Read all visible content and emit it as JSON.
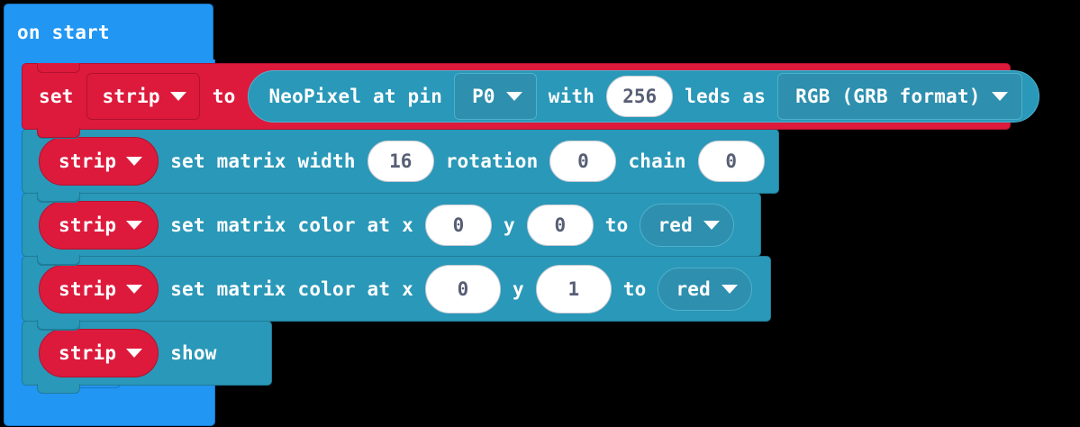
{
  "editor": {
    "name": "makecode-blocks-workspace",
    "background": "#000000",
    "colors": {
      "event_blue": "#2196F3",
      "variable_red": "#DD1A3C",
      "neopixel_teal": "#2A98B8",
      "field_teal": "#2E8FAE",
      "number_text": "#575E75",
      "number_bg": "#FFFFFF"
    }
  },
  "on_start": {
    "label": "on start"
  },
  "blocks": [
    {
      "id": "set-variable",
      "kind": "variable-set",
      "color": "#DD1A3C",
      "label_set": "set",
      "variable": "strip",
      "label_to": "to",
      "value": {
        "kind": "neopixel-create",
        "color": "#2A98B8",
        "label_prefix": "NeoPixel at pin",
        "pin": "P0",
        "label_with": "with",
        "leds": "256",
        "label_leds_as": "leds as",
        "mode": "RGB (GRB format)"
      }
    },
    {
      "id": "set-matrix-width",
      "kind": "neopixel-call",
      "color": "#2A98B8",
      "variable": "strip",
      "label_a": "set matrix width",
      "width": "16",
      "label_b": "rotation",
      "rotation": "0",
      "label_c": "chain",
      "chain": "0"
    },
    {
      "id": "set-matrix-color-0-0",
      "kind": "neopixel-call",
      "color": "#2A98B8",
      "variable": "strip",
      "label_a": "set matrix color at x",
      "x": "0",
      "label_b": "y",
      "y": "0",
      "label_c": "to",
      "color_value": "red"
    },
    {
      "id": "set-matrix-color-0-1",
      "kind": "neopixel-call",
      "color": "#2A98B8",
      "variable": "strip",
      "label_a": "set matrix color at x",
      "x": "0",
      "label_b": "y",
      "y": "1",
      "label_c": "to",
      "color_value": "red"
    },
    {
      "id": "show",
      "kind": "neopixel-call",
      "color": "#2A98B8",
      "variable": "strip",
      "label_a": "show"
    }
  ],
  "icons": {
    "dropdown_caret": "chevron-down-icon"
  }
}
